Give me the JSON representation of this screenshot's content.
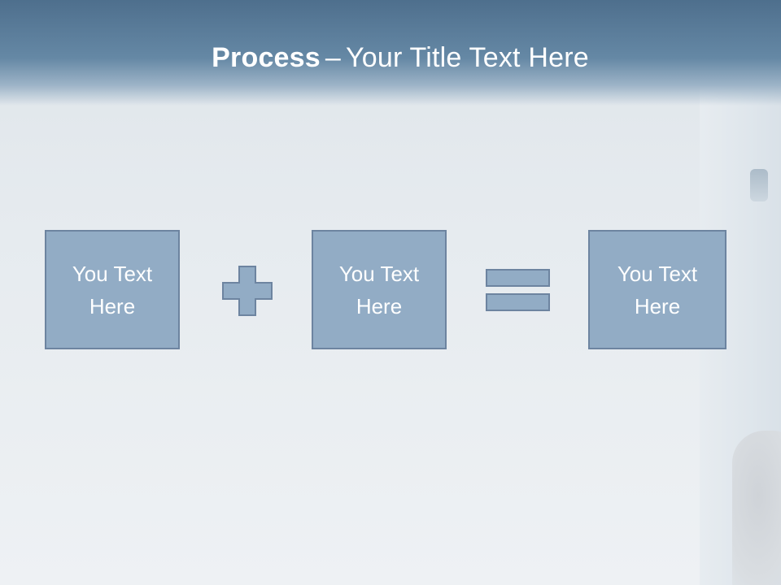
{
  "slide": {
    "title_bold": "Process",
    "title_dash": "–",
    "title_rest": "Your Title Text Here"
  },
  "boxes": [
    {
      "line1": "You Text",
      "line2": "Here"
    },
    {
      "line1": "You Text",
      "line2": "Here"
    },
    {
      "line1": "You Text",
      "line2": "Here"
    }
  ],
  "icons": {
    "operator_1": "plus-icon",
    "operator_2": "equals-icon"
  },
  "colors": {
    "header": "#5a7c99",
    "box_fill": "#92acc5",
    "box_border": "#6d84a0",
    "text": "#ffffff"
  }
}
